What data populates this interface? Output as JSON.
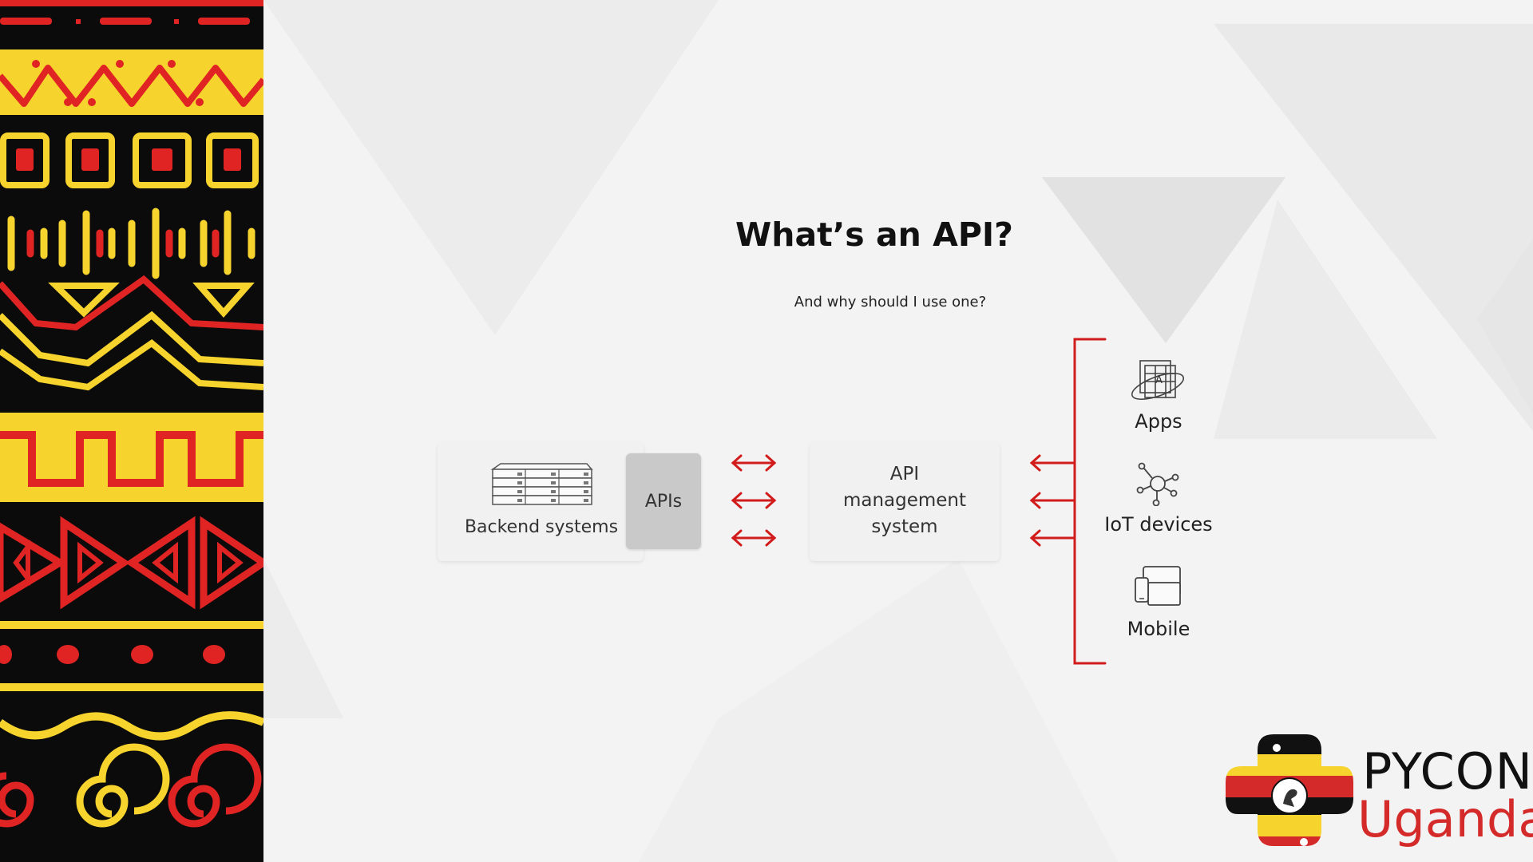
{
  "slide": {
    "title": "What’s an API?",
    "subtitle": "And why should I use one?"
  },
  "diagram": {
    "backend_label": "Backend systems",
    "apis_label": "APIs",
    "management_lines": [
      "API",
      "management",
      "system"
    ],
    "clients": [
      {
        "label": "Apps",
        "icon": "app-window-icon"
      },
      {
        "label": "IoT devices",
        "icon": "iot-network-icon"
      },
      {
        "label": "Mobile",
        "icon": "mobile-devices-icon"
      }
    ],
    "colors": {
      "arrow": "#d21c1c",
      "card": "#f1f1f1",
      "apis_box": "#c9c9c9"
    }
  },
  "logo": {
    "line1": "PYCON",
    "line2": "Uganda",
    "colors": {
      "black": "#111111",
      "yellow": "#f6d32d",
      "red": "#d42a2a"
    }
  },
  "side_pattern": {
    "colors": {
      "background": "#0b0b0b",
      "yellow": "#f6d32d",
      "red": "#e02424"
    }
  }
}
